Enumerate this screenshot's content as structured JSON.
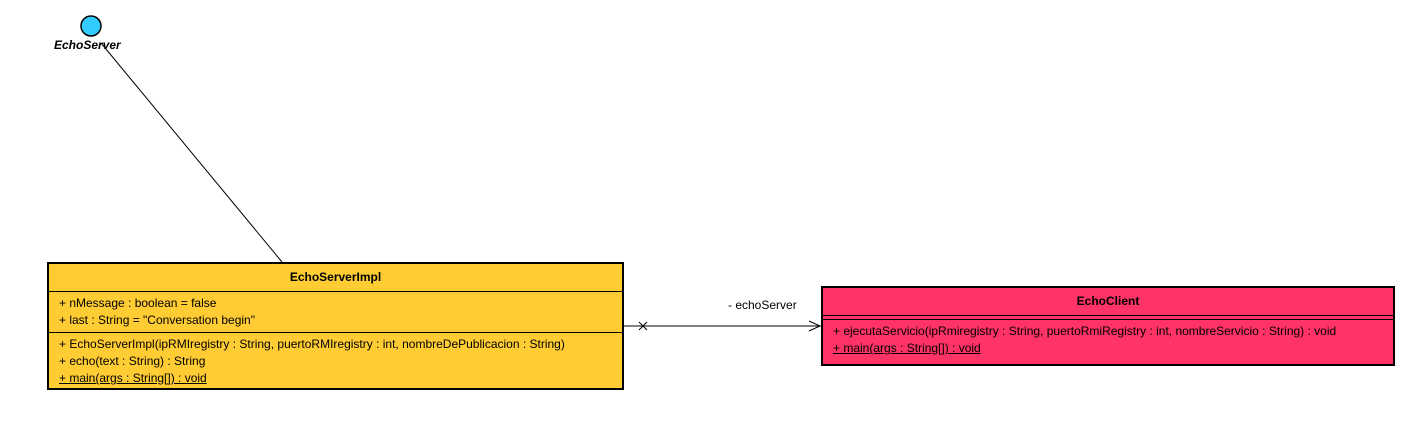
{
  "colors": {
    "interface_fill": "#33ccff",
    "server_impl_fill": "#ffcc33",
    "client_fill": "#ff3366"
  },
  "interface": {
    "name": "EchoServer"
  },
  "server_impl": {
    "name": "EchoServerImpl",
    "attributes": [
      "+ nMessage : boolean = false",
      "+ last : String = \"Conversation begin\""
    ],
    "operations": [
      "+ EchoServerImpl(ipRMIregistry : String, puertoRMIregistry : int, nombreDePublicacion : String)",
      "+ echo(text : String) : String",
      "+ main(args : String[]) : void"
    ]
  },
  "client": {
    "name": "EchoClient",
    "operations": [
      "+ ejecutaServicio(ipRmiregistry : String, puertoRmiRegistry : int, nombreServicio : String) : void",
      "+ main(args : String[]) : void"
    ]
  },
  "association": {
    "role_label": "- echoServer"
  }
}
